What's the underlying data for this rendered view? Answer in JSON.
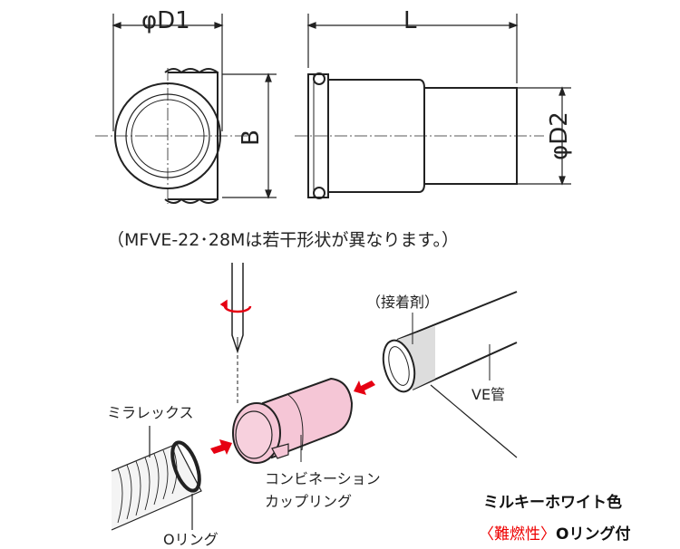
{
  "dimensions": {
    "d1": "φD1",
    "l": "L",
    "b": "B",
    "d2": "φD2"
  },
  "caption": "（MFVE-22･28Mは若干形状が異なります。）",
  "labels": {
    "adhesive": "（接着剤）",
    "ve_pipe": "VE管",
    "miralex": "ミラレックス",
    "o_ring": "Oリング",
    "coupling_line1": "コンビネーション",
    "coupling_line2": "カップリング"
  },
  "note": {
    "line1": "ミルキーホワイト色",
    "flame_retardant": "〈難燃性〉",
    "o_ring_included": "Oリング付"
  },
  "colors": {
    "coupling": "#f5c6d6",
    "arrow": "#e60012",
    "line": "#222222"
  }
}
